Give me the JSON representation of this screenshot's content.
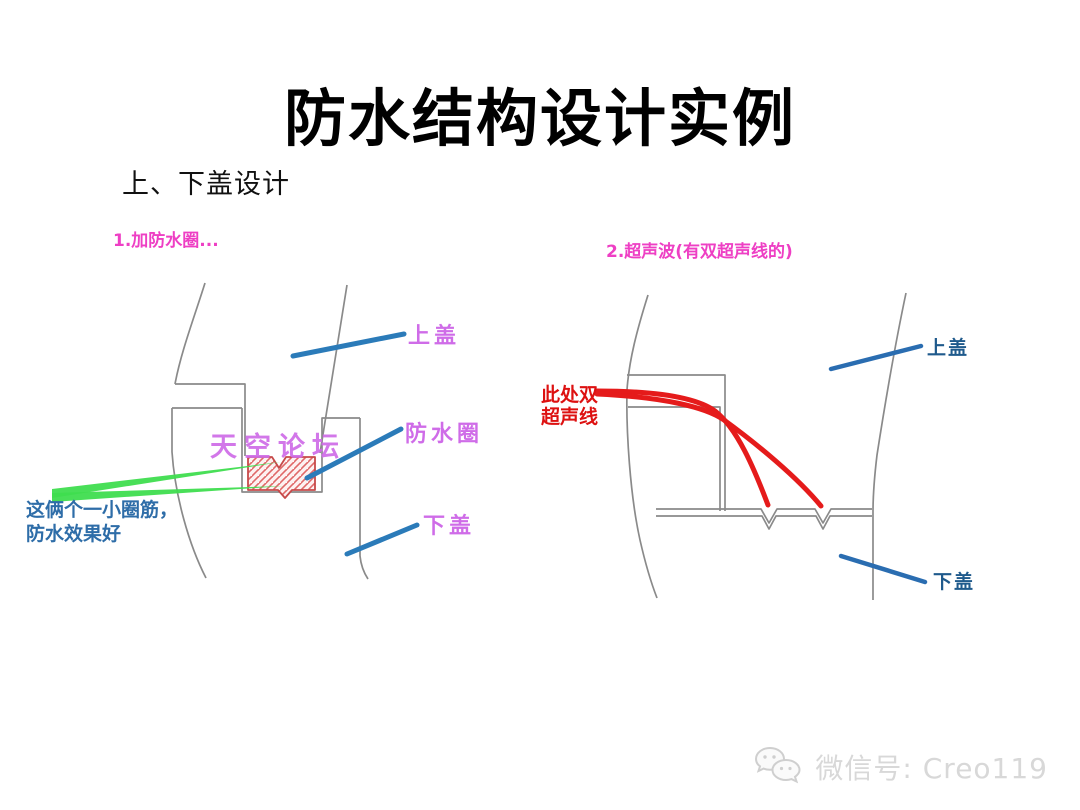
{
  "slide": {
    "title": "防水结构设计实例",
    "subtitle": "上、下盖设计"
  },
  "left_diagram": {
    "heading": "1.加防水圈...",
    "label_upper_cover": "上盖",
    "label_waterproof_ring": "防水圈",
    "label_lower_cover": "下盖",
    "watermark": "天空论坛",
    "note_line1": "这俩个一小圈筋，",
    "note_line2": "防水效果好"
  },
  "right_diagram": {
    "heading": "2.超声波(有双超声线的)",
    "label_upper_cover": "上盖",
    "label_lower_cover": "下盖",
    "annotation_line1": "此处双",
    "annotation_line2": "超声线"
  },
  "footer": {
    "wechat_label": "微信号: Creo119"
  },
  "colors": {
    "heading_pink": "#ee3fc4",
    "label_violet": "#cf6ce8",
    "leader_blue": "#2b7bb9",
    "note_blue": "#2e6da8",
    "annotation_red": "#dd1111",
    "arrow_green": "#3fdd4f",
    "linework_grey": "#8a8a8a",
    "footer_grey": "#d8d8d8"
  }
}
